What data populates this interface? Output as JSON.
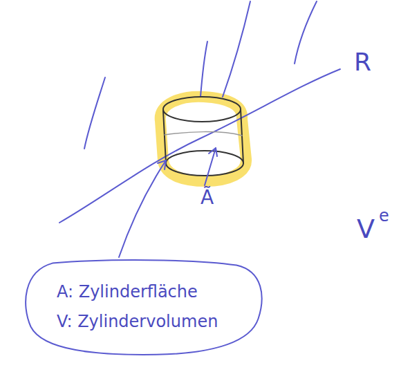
{
  "diagram": {
    "nodes": [
      {
        "text": [
          "A: Zylinderfläche",
          "V: Zylindervolumen"
        ]
      }
    ],
    "labels": [
      "R",
      "Ã",
      "V",
      "e"
    ]
  }
}
